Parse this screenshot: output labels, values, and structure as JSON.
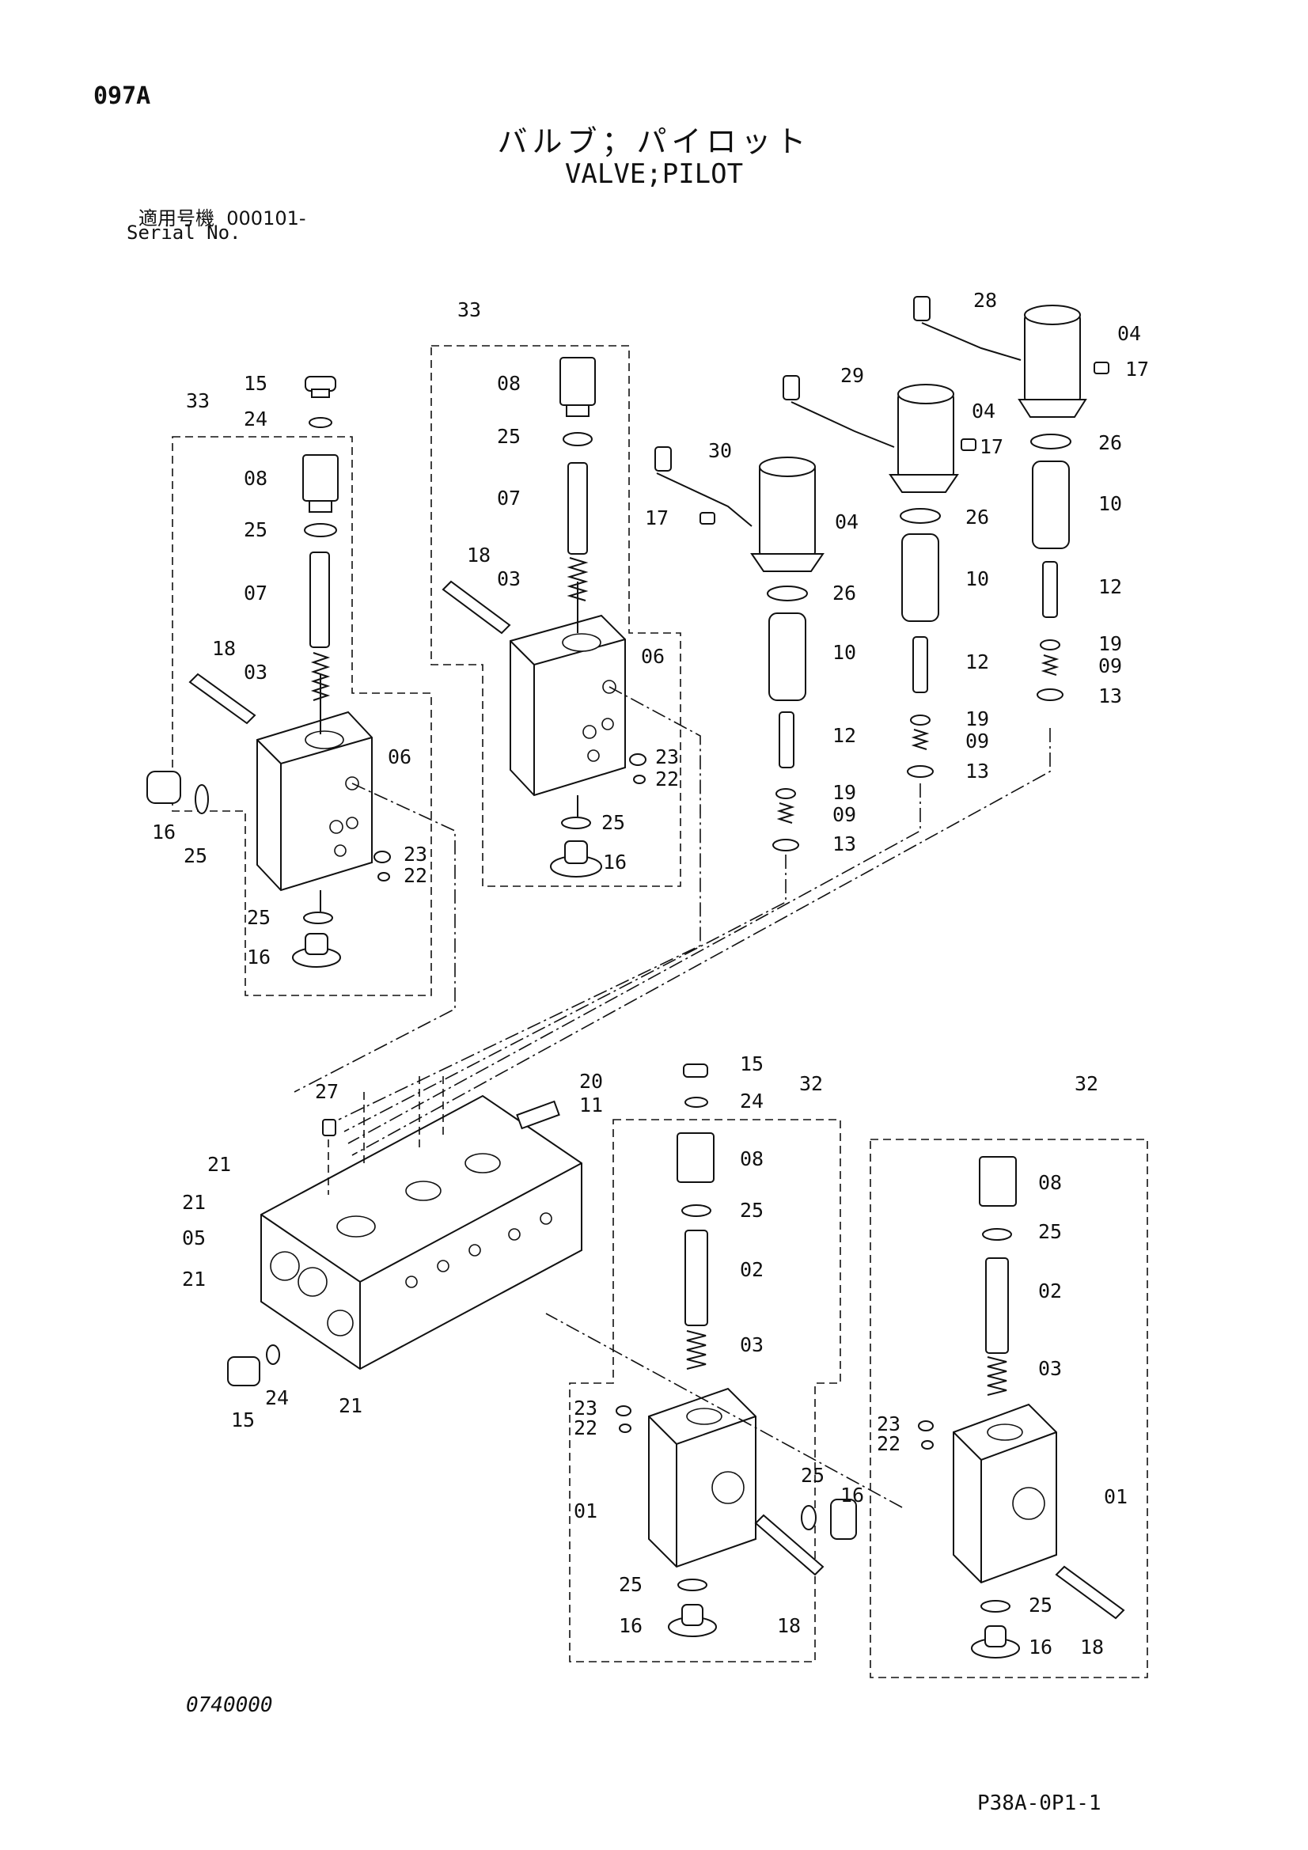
{
  "header": {
    "page_id": "097A",
    "title_ja": "バルブ；パイロット",
    "title_en": "VALVE;PILOT",
    "serial_label_ja": "適用号機",
    "serial_value": "000101-",
    "serial_label_en": "Serial No."
  },
  "footer": {
    "drawing_no": "0740000",
    "page_code": "P38A-0P1-1"
  },
  "callouts": [
    {
      "label": "33"
    },
    {
      "label": "15"
    },
    {
      "label": "24"
    },
    {
      "label": "08"
    },
    {
      "label": "25"
    },
    {
      "label": "07"
    },
    {
      "label": "18"
    },
    {
      "label": "03"
    },
    {
      "label": "06"
    },
    {
      "label": "16"
    },
    {
      "label": "25"
    },
    {
      "label": "23"
    },
    {
      "label": "22"
    },
    {
      "label": "25"
    },
    {
      "label": "16"
    },
    {
      "label": "33"
    },
    {
      "label": "08"
    },
    {
      "label": "25"
    },
    {
      "label": "07"
    },
    {
      "label": "18"
    },
    {
      "label": "03"
    },
    {
      "label": "06"
    },
    {
      "label": "23"
    },
    {
      "label": "22"
    },
    {
      "label": "25"
    },
    {
      "label": "16"
    },
    {
      "label": "30"
    },
    {
      "label": "17"
    },
    {
      "label": "04"
    },
    {
      "label": "26"
    },
    {
      "label": "10"
    },
    {
      "label": "12"
    },
    {
      "label": "19"
    },
    {
      "label": "09"
    },
    {
      "label": "13"
    },
    {
      "label": "29"
    },
    {
      "label": "04"
    },
    {
      "label": "17"
    },
    {
      "label": "26"
    },
    {
      "label": "10"
    },
    {
      "label": "12"
    },
    {
      "label": "19"
    },
    {
      "label": "09"
    },
    {
      "label": "13"
    },
    {
      "label": "28"
    },
    {
      "label": "04"
    },
    {
      "label": "17"
    },
    {
      "label": "26"
    },
    {
      "label": "10"
    },
    {
      "label": "12"
    },
    {
      "label": "19"
    },
    {
      "label": "09"
    },
    {
      "label": "13"
    },
    {
      "label": "27"
    },
    {
      "label": "20"
    },
    {
      "label": "11"
    },
    {
      "label": "21"
    },
    {
      "label": "21"
    },
    {
      "label": "05"
    },
    {
      "label": "21"
    },
    {
      "label": "15"
    },
    {
      "label": "24"
    },
    {
      "label": "21"
    },
    {
      "label": "15"
    },
    {
      "label": "24"
    },
    {
      "label": "32"
    },
    {
      "label": "08"
    },
    {
      "label": "25"
    },
    {
      "label": "02"
    },
    {
      "label": "03"
    },
    {
      "label": "23"
    },
    {
      "label": "22"
    },
    {
      "label": "01"
    },
    {
      "label": "25"
    },
    {
      "label": "16"
    },
    {
      "label": "25"
    },
    {
      "label": "16"
    },
    {
      "label": "18"
    },
    {
      "label": "32"
    },
    {
      "label": "08"
    },
    {
      "label": "25"
    },
    {
      "label": "02"
    },
    {
      "label": "03"
    },
    {
      "label": "23"
    },
    {
      "label": "22"
    },
    {
      "label": "01"
    },
    {
      "label": "25"
    },
    {
      "label": "16"
    },
    {
      "label": "18"
    }
  ]
}
